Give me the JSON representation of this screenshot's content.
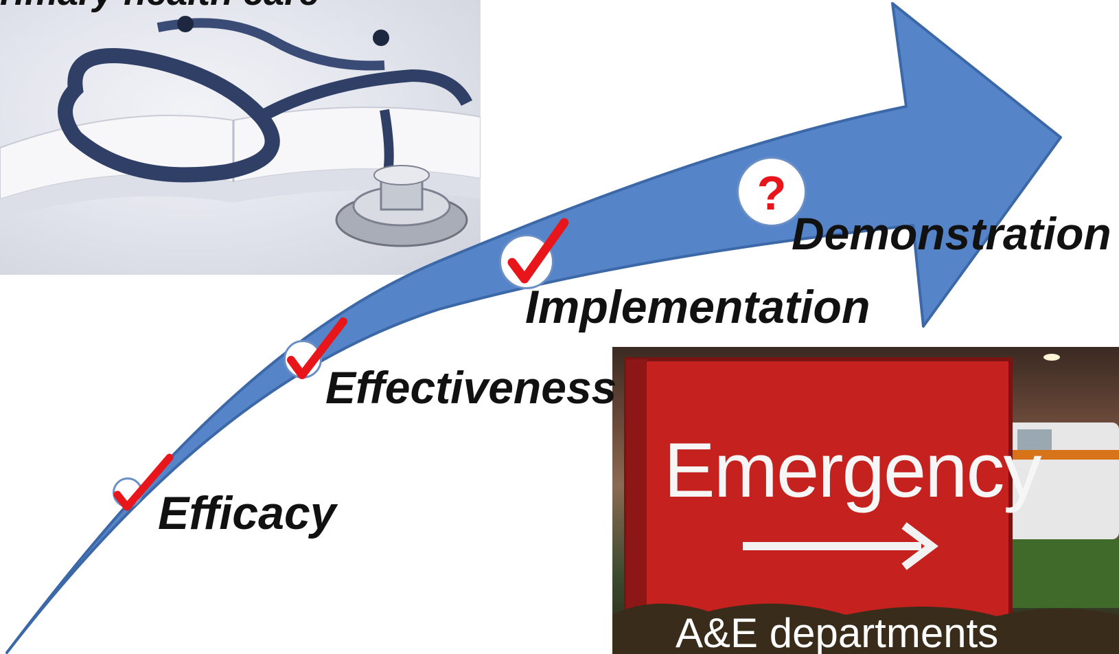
{
  "top_image": {
    "partial_title": "rimary health care"
  },
  "bottom_image": {
    "sign_text": "Emergency",
    "caption": "A&E departments"
  },
  "stages": [
    {
      "label": "Efficacy",
      "status": "check"
    },
    {
      "label": "Effectiveness",
      "status": "check"
    },
    {
      "label": "Implementation",
      "status": "check"
    },
    {
      "label": "Demonstration",
      "status": "question"
    }
  ],
  "question_mark": "?",
  "colors": {
    "arrow_fill": "#5585c8",
    "arrow_stroke": "#3c68a8",
    "check": "#e8151a",
    "sign_red": "#c4211f"
  }
}
